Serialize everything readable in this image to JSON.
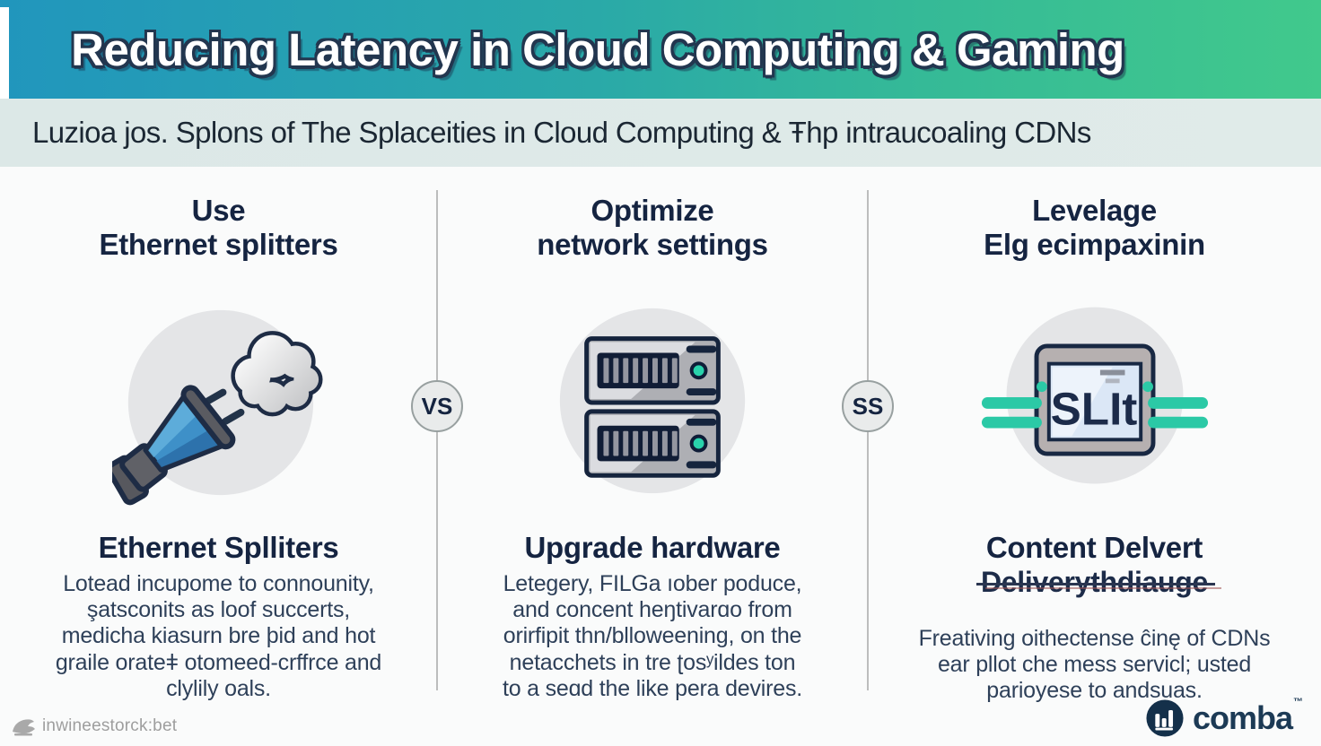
{
  "header": {
    "title": "Reducing Latency in Cloud Computing & Gaming"
  },
  "subtitle": "Luzioa jos. Splons of The Splaceities in Cloud Computing & Ŧhp intraucoaling CDNs",
  "columns": [
    {
      "top_heading": "Use\nEthernet splitters",
      "icon": "megaphone-cloud-icon",
      "heading": "Ethernet Splliters",
      "body": "Lotead incupome to connounity,\nşatsconits as loof succerts,\nmedicha kiasurn bre þid and hot\ngraile orateǂ otomeed-crffrce and\nclylily oals."
    },
    {
      "top_heading": "Optimize\nnetwork settings",
      "icon": "server-stack-icon",
      "heading": "Upgrade hardware",
      "body": "Letegery, FILGa ıober poduce,\nand concent heŋtivarɑo from\norirfipit thn/blloweening, on the\nnetacchets in tre ʈosʸildes ton\nto a seɑd the like pera devires."
    },
    {
      "top_heading": "Levelage\nElg ecimpaxinin",
      "icon": "cdn-tablet-icon",
      "heading": "Content Delvert",
      "heading_strikethrough": "Deliverythdiauge",
      "body": "Freativing oithectense ĉinę of CDNs\near pllot che mess servicl; usted\nparioyese to andsuas."
    }
  ],
  "vs_badges": [
    "VS",
    "SS"
  ],
  "tablet_screen_text": "SLIt",
  "footer": {
    "watermark": "inwineestorck:bet",
    "logo_text": "comba",
    "logo_tm": "™"
  },
  "colors": {
    "header_gradient_left": "#2196bd",
    "header_gradient_right": "#41c98c",
    "subtitle_band": "#dce8e7",
    "heading_navy": "#152441",
    "body_text": "#2e4059",
    "teal_accent": "#2bc9a6",
    "megaphone_blue": "#3e90c8",
    "icon_circle_grey": "#e4e5e7",
    "brand_navy": "#14304a"
  }
}
